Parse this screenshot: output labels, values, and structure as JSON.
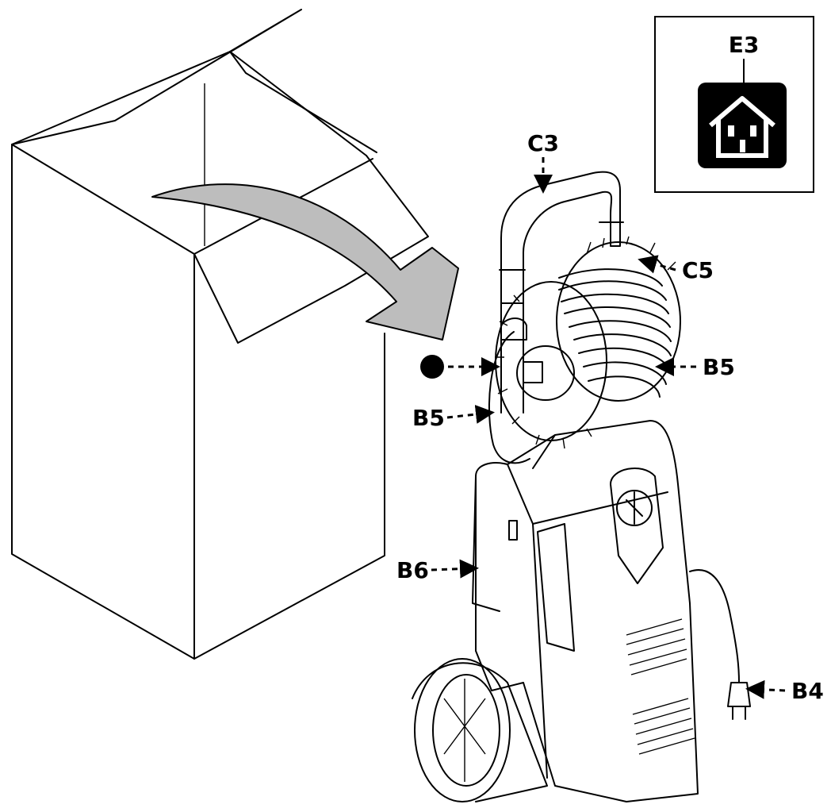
{
  "labels": {
    "e3": "E3",
    "c3": "C3",
    "c5": "C5",
    "b5_reel": "B5",
    "b5_hose": "B5",
    "b6": "B6",
    "b4": "B4"
  },
  "icons": {
    "inset": "house-socket-icon",
    "arrow": "unpack-arrow-icon",
    "marker": "filled-dot-marker"
  },
  "colors": {
    "line": "#000000",
    "arrow_fill": "#bdbdbd",
    "icon_bg": "#000000",
    "background": "#ffffff"
  }
}
